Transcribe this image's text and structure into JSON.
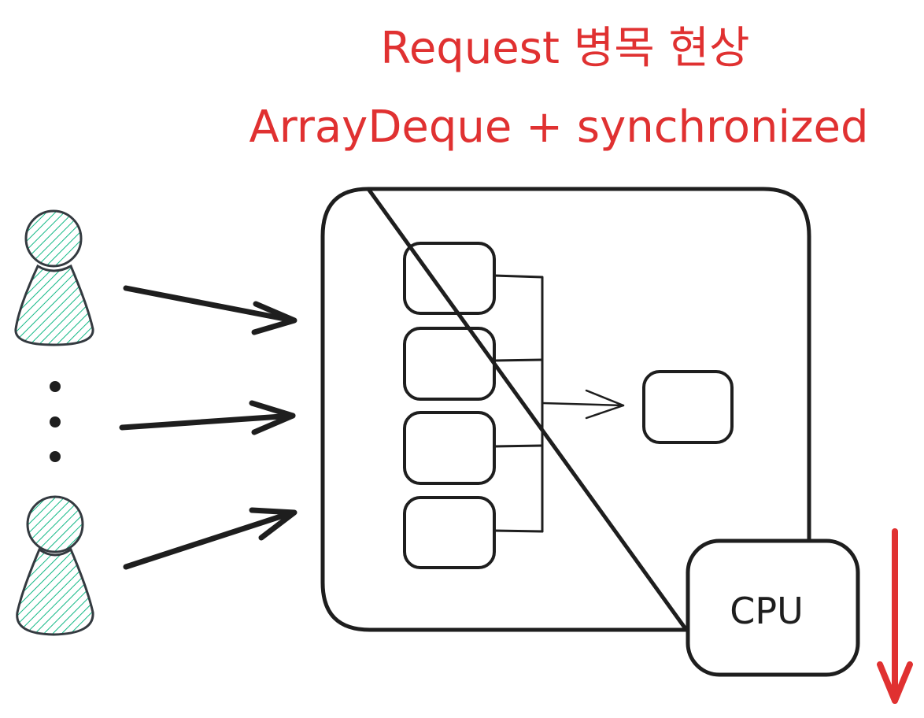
{
  "title": {
    "line1": "Request 병목 현상",
    "line2": "ArrayDeque + synchronized"
  },
  "diagram": {
    "clients": [
      {
        "name": "client-top",
        "icon": "person-icon"
      },
      {
        "name": "client-bottom",
        "icon": "person-icon"
      }
    ],
    "ellipsis_icon": "vertical-dots-icon",
    "incoming_requests": 3,
    "server_box": {
      "label": ""
    },
    "queue_slots": 4,
    "output_box": {
      "label": ""
    },
    "cpu": {
      "label": "CPU"
    },
    "cpu_trend": {
      "direction": "down",
      "icon": "down-arrow-icon"
    }
  },
  "colors": {
    "accent_red": "#e03131",
    "stroke": "#1e1e1e",
    "person_fill": "#12b886",
    "person_stroke": "#343a40"
  }
}
